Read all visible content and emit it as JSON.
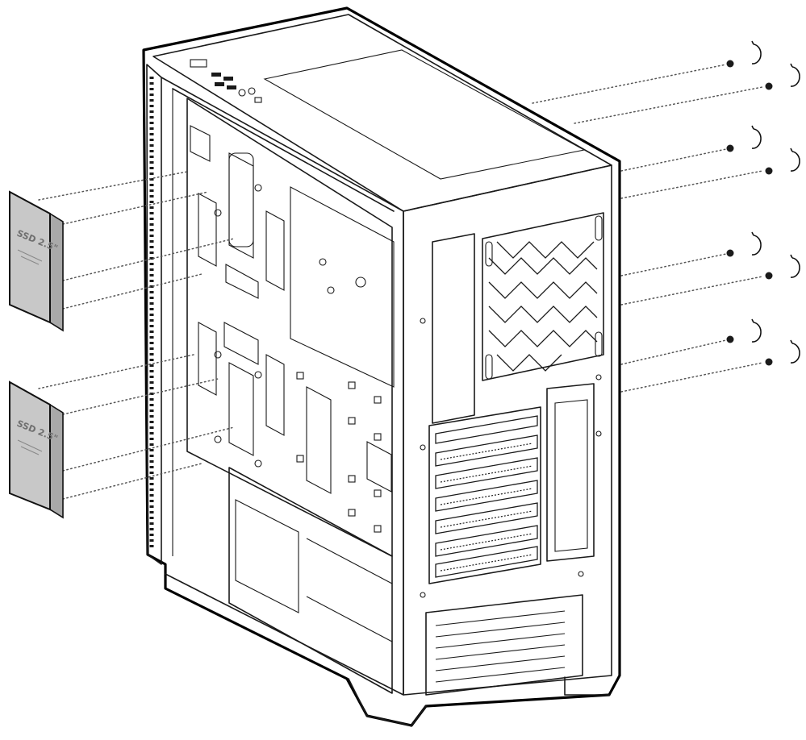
{
  "diagram": {
    "drives": [
      {
        "label": "SSD 2.5\""
      },
      {
        "label": "SSD 2.5\""
      }
    ],
    "screw_count": 8,
    "colors": {
      "line": "#1a1a1a",
      "ssd_fill": "#c8c8c8",
      "ssd_edge": "#a9a9a9",
      "background": "#ffffff"
    },
    "icons": [
      "screw-icon",
      "washer-icon",
      "ssd-icon",
      "pc-case-icon"
    ]
  }
}
